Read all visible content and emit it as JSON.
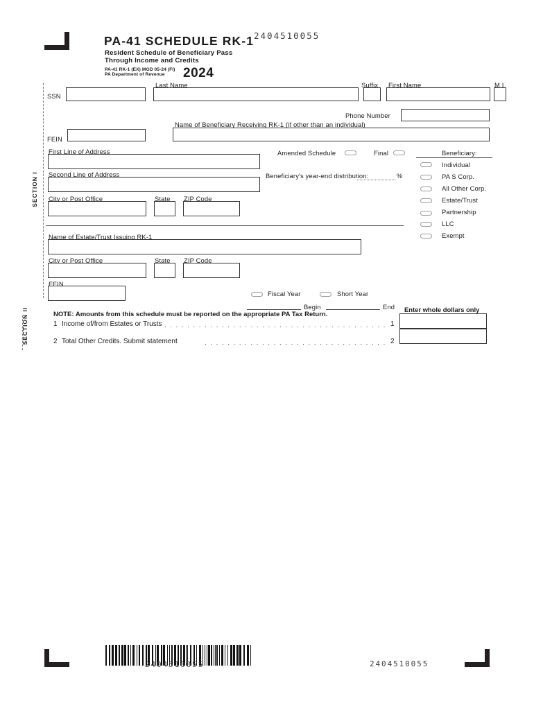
{
  "document": {
    "form_number_top": "2404510055",
    "form_number_bottom_barcode": "2404510055",
    "form_number_bottom_right": "2404510055",
    "title": "PA-41 SCHEDULE RK-1",
    "subtitle_line1": "Resident Schedule of Beneficiary Pass",
    "subtitle_line2": "Through Income and Credits",
    "revision": "PA-41 RK-1 (EX) MOD 05-24 (FI)",
    "agency": "PA Department of Revenue",
    "tax_year": "2024"
  },
  "sections": {
    "section1_label": "SECTION I",
    "section2_label": "SECTION II"
  },
  "beneficiary": {
    "ssn_label": "SSN",
    "ssn_value": "",
    "last_name_label": "Last Name",
    "last_name_value": "",
    "suffix_label": "Suffix",
    "suffix_value": "",
    "first_name_label": "First Name",
    "first_name_value": "",
    "mi_label": "M I",
    "mi_value": "",
    "fein_label": "FEIN",
    "fein_value": "",
    "entity_name_label": "Name of Beneficiary Receiving RK-1 (if other than an individual)",
    "entity_name_value": "",
    "phone_label": "Phone Number",
    "phone_value": "",
    "address1_label": "First Line of Address",
    "address1_value": "",
    "address2_label": "Second Line of Address",
    "address2_value": "",
    "city_label": "City or Post Office",
    "city_value": "",
    "state_label": "State",
    "state_value": "",
    "zip_label": "ZIP Code",
    "zip_value": ""
  },
  "flags": {
    "amended_label": "Amended Schedule",
    "final_label": "Final",
    "distribution_label": "Beneficiary's year-end distribution:",
    "distribution_value": "",
    "percent_symbol": "%"
  },
  "beneficiary_type": {
    "heading": "Beneficiary:",
    "options": [
      {
        "label": "Individual",
        "checked": false
      },
      {
        "label": "PA S Corp.",
        "checked": false
      },
      {
        "label": "All Other Corp.",
        "checked": false
      },
      {
        "label": "Estate/Trust",
        "checked": false
      },
      {
        "label": "Partnership",
        "checked": false
      },
      {
        "label": "LLC",
        "checked": false
      },
      {
        "label": "Exempt",
        "checked": false
      }
    ]
  },
  "estate": {
    "name_label": "Name of Estate/Trust Issuing RK-1",
    "name_value": "",
    "city_label": "City or Post Office",
    "city_value": "",
    "state_label": "State",
    "state_value": "",
    "zip_label": "ZIP Code",
    "zip_value": "",
    "fein_label": "FEIN",
    "fein_value": ""
  },
  "year_type": {
    "fiscal_year_label": "Fiscal Year",
    "short_year_label": "Short Year",
    "begin_label": "Begin",
    "end_label": "End",
    "begin_value": "",
    "end_value": ""
  },
  "income": {
    "note": "NOTE: Amounts from this schedule must be reported on the appropriate PA Tax Return.",
    "amount_column_header": "Enter whole dollars only",
    "lines": [
      {
        "number": "1",
        "label": "Income of/from Estates or Trusts",
        "amount": ""
      },
      {
        "number": "2",
        "label": "Total Other Credits.  Submit statement",
        "amount": ""
      }
    ]
  },
  "colors": {
    "ink": "#1a1a1a",
    "box_border": "#333333",
    "dashed_border": "#7a7a7a",
    "capsule_border": "#9a9a9a",
    "barcode": "#111111"
  }
}
